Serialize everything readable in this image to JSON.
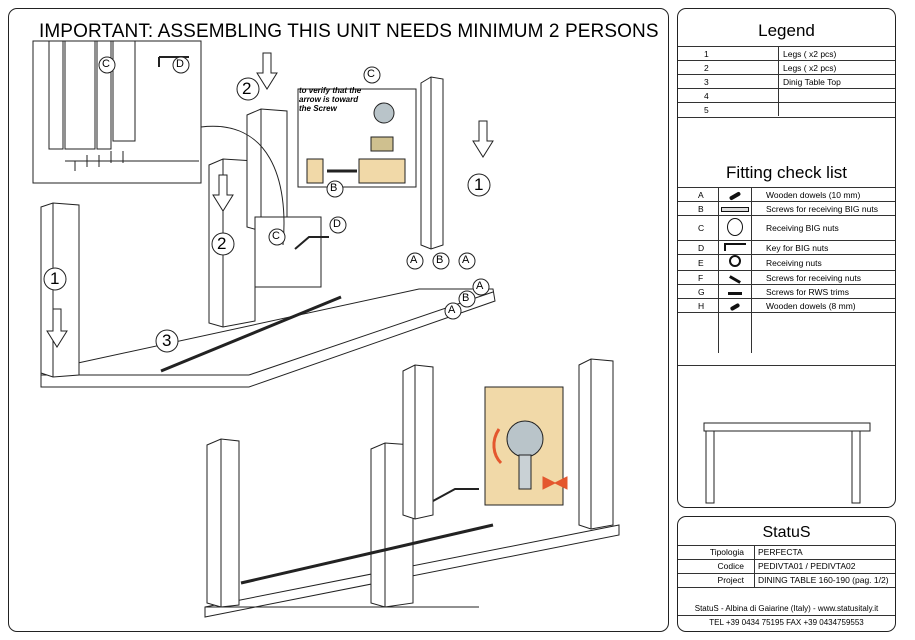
{
  "header": {
    "title": "IMPORTANT: ASSEMBLING THIS UNIT NEEDS MINIMUM 2 PERSONS"
  },
  "legend": {
    "heading": "Legend",
    "rows": [
      {
        "num": "1",
        "desc": "Legs ( x2 pcs)"
      },
      {
        "num": "2",
        "desc": "Legs ( x2 pcs)"
      },
      {
        "num": "3",
        "desc": "Dinig Table Top"
      },
      {
        "num": "4",
        "desc": ""
      },
      {
        "num": "5",
        "desc": ""
      }
    ]
  },
  "fitting": {
    "heading": "Fitting check list",
    "rows": [
      {
        "letter": "A",
        "icon": "wooden-dowel-icon",
        "desc": "Wooden dowels (10 mm)"
      },
      {
        "letter": "B",
        "icon": "screw-icon",
        "desc": "Screws for receiving BIG nuts"
      },
      {
        "letter": "C",
        "icon": "big-nut-icon",
        "desc": "Receiving BIG nuts"
      },
      {
        "letter": "D",
        "icon": "allen-key-icon",
        "desc": "Key for BIG nuts"
      },
      {
        "letter": "E",
        "icon": "receiving-nut-icon",
        "desc": "Receiving nuts"
      },
      {
        "letter": "F",
        "icon": "small-screw-icon",
        "desc": "Screws for receiving nuts"
      },
      {
        "letter": "G",
        "icon": "rws-screw-icon",
        "desc": "Screws for RWS trims"
      },
      {
        "letter": "H",
        "icon": "wooden-dowel-icon",
        "desc": "Wooden dowels (8 mm)"
      }
    ]
  },
  "title_block": {
    "brand": "StatuS",
    "rows": [
      {
        "key": "Tipologia",
        "value": "PERFECTA"
      },
      {
        "key": "Codice",
        "value": "PEDIVTA01   /   PEDIVTA02"
      },
      {
        "key": "Project",
        "value": "DINING TABLE 160-190 (pag. 1/2)"
      }
    ],
    "address": "StatuS - Albina di Gaiarine (Italy) - www.statusitaly.it",
    "contacts": "TEL +39 0434 75195  FAX +39 0434759553"
  },
  "callouts": {
    "verify_note_1": "to verify that the",
    "verify_note_2": "arrow is toward",
    "verify_note_3": "the Screw",
    "labels": [
      "1",
      "2",
      "3",
      "A",
      "B",
      "C",
      "D"
    ]
  },
  "colors": {
    "wood": "#f1d9a8",
    "line": "#222222",
    "arrow_red": "#e4572e"
  }
}
